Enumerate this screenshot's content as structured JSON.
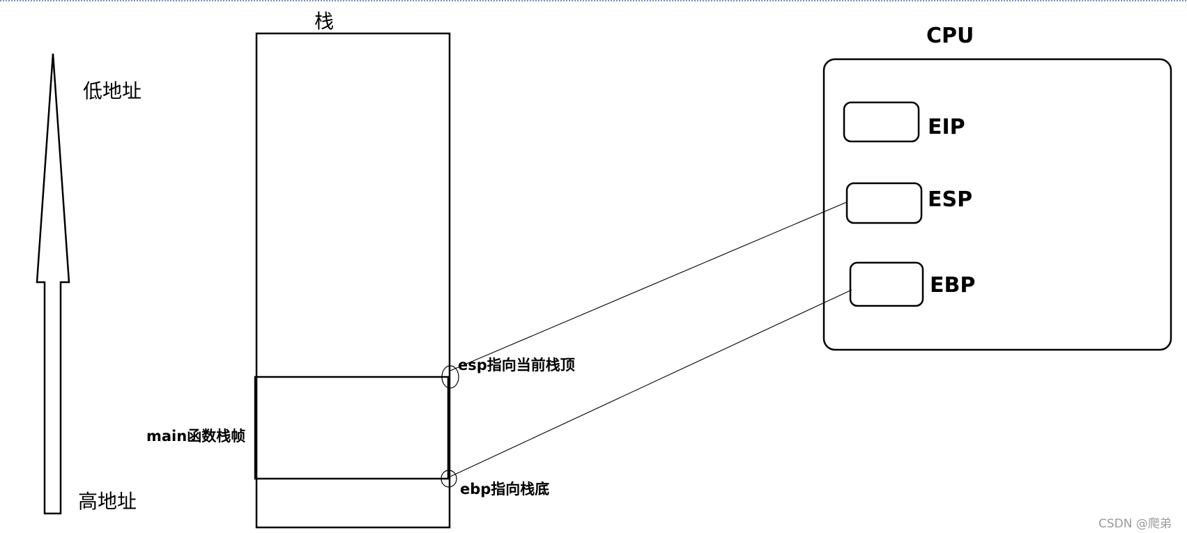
{
  "address": {
    "low": "低地址",
    "high": "高地址"
  },
  "stack": {
    "title": "栈",
    "frame_label": "main函数栈帧",
    "esp_note": "esp指向当前栈顶",
    "ebp_note": "ebp指向栈底"
  },
  "cpu": {
    "title": "CPU",
    "registers": [
      "EIP",
      "ESP",
      "EBP"
    ]
  },
  "watermark": "CSDN @爬弟"
}
